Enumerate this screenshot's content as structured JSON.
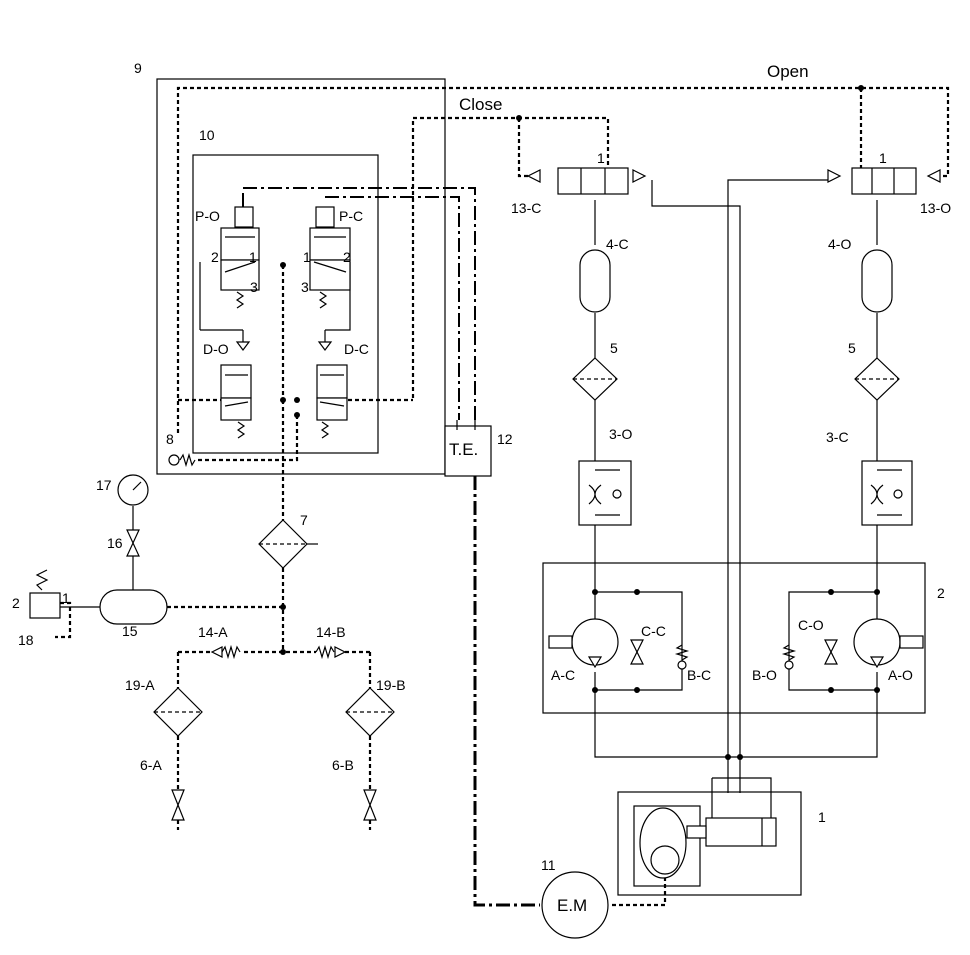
{
  "labels": {
    "open": "Open",
    "close": "Close",
    "n1": "1",
    "n2": "2",
    "n5a": "5",
    "n5b": "5",
    "n7": "7",
    "n8": "8",
    "n9": "9",
    "n10": "10",
    "n11": "11",
    "n12": "12",
    "n15": "15",
    "n16": "16",
    "n17": "17",
    "n18": "18",
    "p_o": "P-O",
    "p_c": "P-C",
    "d_o": "D-O",
    "d_c": "D-C",
    "te": "T.E.",
    "em": "E.M",
    "v13c": "13-C",
    "v13o": "13-O",
    "r4c": "4-C",
    "r4o": "4-O",
    "f3o": "3-O",
    "f3c": "3-C",
    "a_c": "A-C",
    "a_o": "A-O",
    "c_c": "C-C",
    "c_o": "C-O",
    "b_c": "B-C",
    "b_o": "B-O",
    "c14a": "14-A",
    "c14b": "14-B",
    "f19a": "19-A",
    "f19b": "19-B",
    "v6a": "6-A",
    "v6b": "6-B",
    "port1": "1",
    "port2": "2",
    "port3": "3",
    "port1b": "1",
    "port2b": "2",
    "port3b": "3",
    "port13c_1": "1",
    "port13o_1": "1",
    "port18_1": "1",
    "port18_2": "2"
  }
}
